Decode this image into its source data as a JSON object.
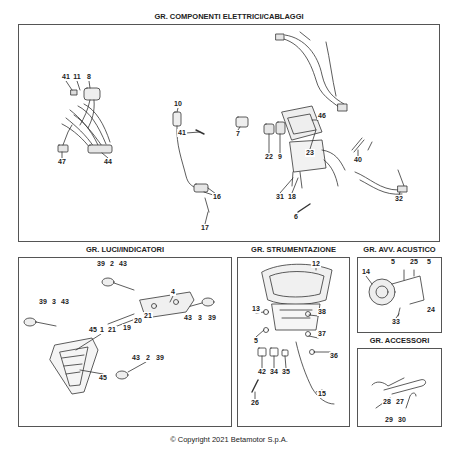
{
  "diagram": {
    "caption": "© Copyright 2021 Betamotor S.p.A.",
    "nodes": [
      {
        "text": [
          "GR. COMPONENTI ELETTRICI/CABLAGGI"
        ]
      },
      {
        "text": [
          "GR. LUCI/INDICATORI"
        ]
      },
      {
        "text": [
          "GR. STRUMENTAZIONE"
        ]
      },
      {
        "text": [
          "GR. AVV. ACUSTICO"
        ]
      },
      {
        "text": [
          "GR. ACCESSORI"
        ]
      }
    ],
    "labels": [
      "41",
      "11",
      "8",
      "47",
      "44",
      "10",
      "41",
      "16",
      "17",
      "7",
      "23",
      "46",
      "22",
      "9",
      "40",
      "31",
      "18",
      "6",
      "32",
      "39",
      "2",
      "43",
      "4",
      "39",
      "3",
      "43",
      "45",
      "1",
      "21",
      "19",
      "20",
      "21",
      "43",
      "3",
      "39",
      "43",
      "2",
      "39",
      "45",
      "12",
      "13",
      "5",
      "38",
      "37",
      "36",
      "42",
      "34",
      "35",
      "15",
      "26",
      "14",
      "5",
      "25",
      "5",
      "24",
      "33",
      "28",
      "27",
      "29",
      "30"
    ]
  }
}
